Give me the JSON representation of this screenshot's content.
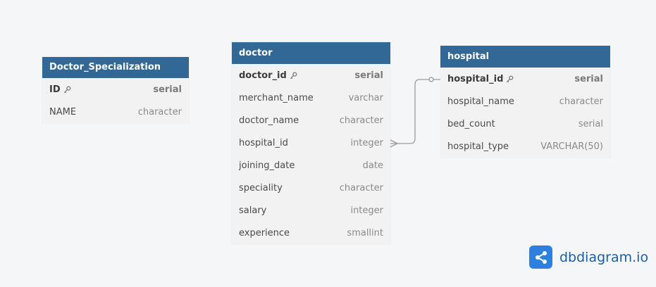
{
  "tables": {
    "doctor_specialization": {
      "title": "Doctor_Specialization",
      "fields": [
        {
          "name": "ID",
          "type": "serial",
          "pk": true
        },
        {
          "name": "NAME",
          "type": "character",
          "pk": false
        }
      ]
    },
    "doctor": {
      "title": "doctor",
      "fields": [
        {
          "name": "doctor_id",
          "type": "serial",
          "pk": true
        },
        {
          "name": "merchant_name",
          "type": "varchar",
          "pk": false
        },
        {
          "name": "doctor_name",
          "type": "character",
          "pk": false
        },
        {
          "name": "hospital_id",
          "type": "integer",
          "pk": false
        },
        {
          "name": "joining_date",
          "type": "date",
          "pk": false
        },
        {
          "name": "speciality",
          "type": "character",
          "pk": false
        },
        {
          "name": "salary",
          "type": "integer",
          "pk": false
        },
        {
          "name": "experience",
          "type": "smallint",
          "pk": false
        }
      ]
    },
    "hospital": {
      "title": "hospital",
      "fields": [
        {
          "name": "hospital_id",
          "type": "serial",
          "pk": true
        },
        {
          "name": "hospital_name",
          "type": "character",
          "pk": false
        },
        {
          "name": "bed_count",
          "type": "serial",
          "pk": false
        },
        {
          "name": "hospital_type",
          "type": "VARCHAR(50)",
          "pk": false
        }
      ]
    }
  },
  "relationship": {
    "from": "doctor.hospital_id",
    "to": "hospital.hospital_id",
    "type": "many-to-one"
  },
  "brand": {
    "label": "dbdiagram.io"
  },
  "colors": {
    "header": "#316896",
    "body": "#f2f2f3",
    "connector": "#9a9a9a",
    "brand": "#2d80de"
  }
}
